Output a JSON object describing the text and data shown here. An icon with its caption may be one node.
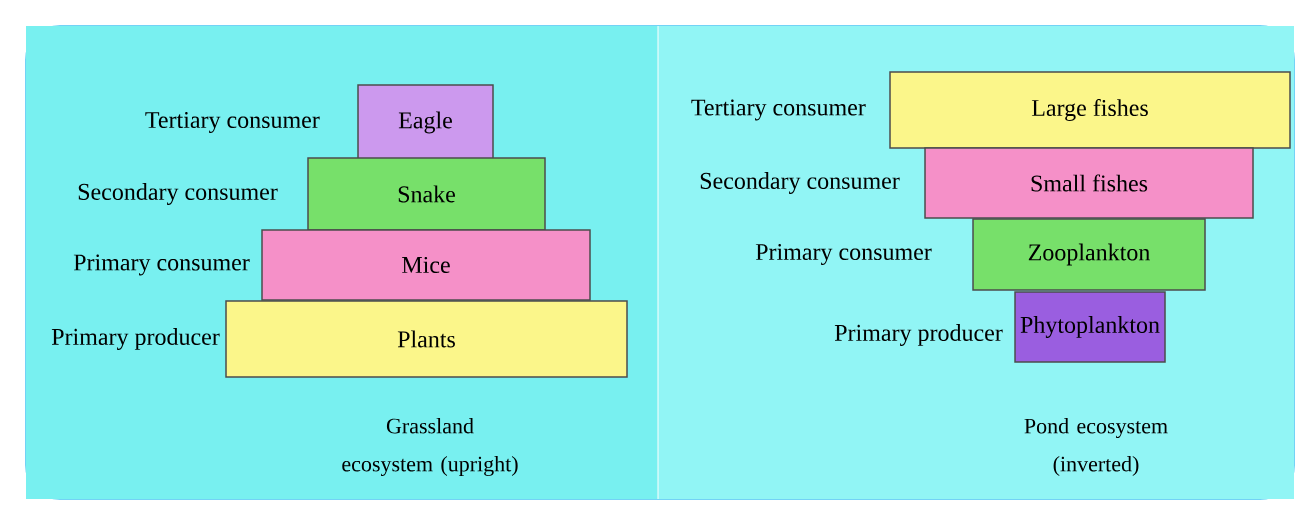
{
  "diagram": {
    "nodes": [
      {
        "text": [
          "Eagle"
        ],
        "beside": [
          "Tertiary consumer"
        ]
      },
      {
        "text": [
          "Snake"
        ],
        "beside": [
          "Secondary consumer"
        ]
      },
      {
        "text": [
          "Mice"
        ],
        "beside": [
          "Primary consumer"
        ]
      },
      {
        "text": [
          "Plants"
        ],
        "beside": [
          "Primary producer"
        ]
      },
      {
        "text": [
          "Large fishes"
        ],
        "beside": [
          "Tertiary consumer"
        ]
      },
      {
        "text": [
          "Small fishes"
        ],
        "beside": [
          "Secondary consumer"
        ]
      },
      {
        "text": [
          "Zooplankton"
        ],
        "beside": [
          "Primary consumer"
        ]
      },
      {
        "text": [
          "Phytoplankton"
        ],
        "beside": [
          "Primary producer"
        ]
      }
    ],
    "labels": [
      "Grassland ecosystem (upright)",
      "Pond ecosystem (inverted)"
    ]
  }
}
